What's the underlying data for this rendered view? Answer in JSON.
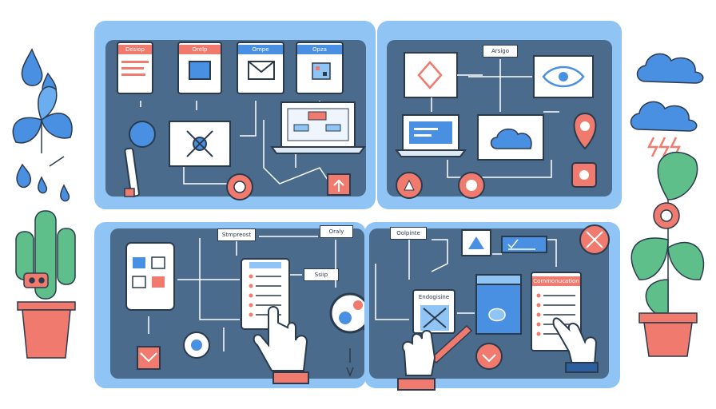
{
  "colors": {
    "panel": "#8fc4f4",
    "inner": "#4a6b8c",
    "accent_red": "#f07a6e",
    "accent_blue": "#4a90e2",
    "outline": "#2b3a4c",
    "plant_green": "#5fbf8a"
  },
  "top_left": {
    "tabs": [
      "Desiop",
      "Orelp",
      "Ompe",
      "Opza"
    ]
  },
  "top_right": {
    "label": "Arsigo"
  },
  "bottom_left": {
    "label_top": "Stmpreost",
    "label_right": "Oraly",
    "label_mid": "Ssiip"
  },
  "bottom_right": {
    "label_top": "Oolpinte",
    "card_title": "Endogisine",
    "list_title": "Commonucation"
  },
  "icons": [
    "droplets-icon",
    "leaf-plant-icon",
    "cactus-pot-icon",
    "cloud-icon",
    "lightning-icon",
    "flower-pot-icon",
    "magnifier-icon",
    "envelope-icon",
    "laptop-icon",
    "eye-icon",
    "location-pin-icon",
    "gear-icon",
    "hand-pointer-icon",
    "pencil-icon",
    "checklist-icon",
    "phone-icon"
  ]
}
